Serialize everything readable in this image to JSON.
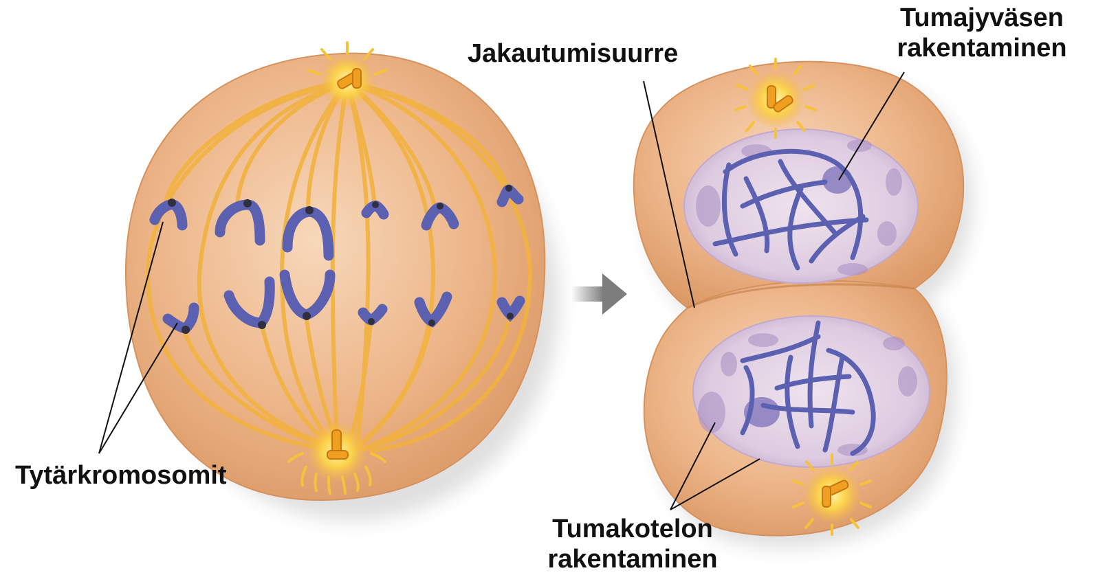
{
  "labels": {
    "daughter_chromosomes": "Tytärkromosomit",
    "cleavage_furrow": "Jakautumisuurre",
    "nucleolus_line1": "Tumajyväsen",
    "nucleolus_line2": "rakentaminen",
    "envelope_line1": "Tumakotelon",
    "envelope_line2": "rakentaminen"
  },
  "colors": {
    "cell": "#e8a778",
    "cell_highlight": "#f6d3b3",
    "spindle": "#f3b63e",
    "centrosome": "#f9c93a",
    "chromosome": "#5d63b1",
    "nucleus": "#e3d4e3",
    "arrow": "#8a8a8a"
  }
}
